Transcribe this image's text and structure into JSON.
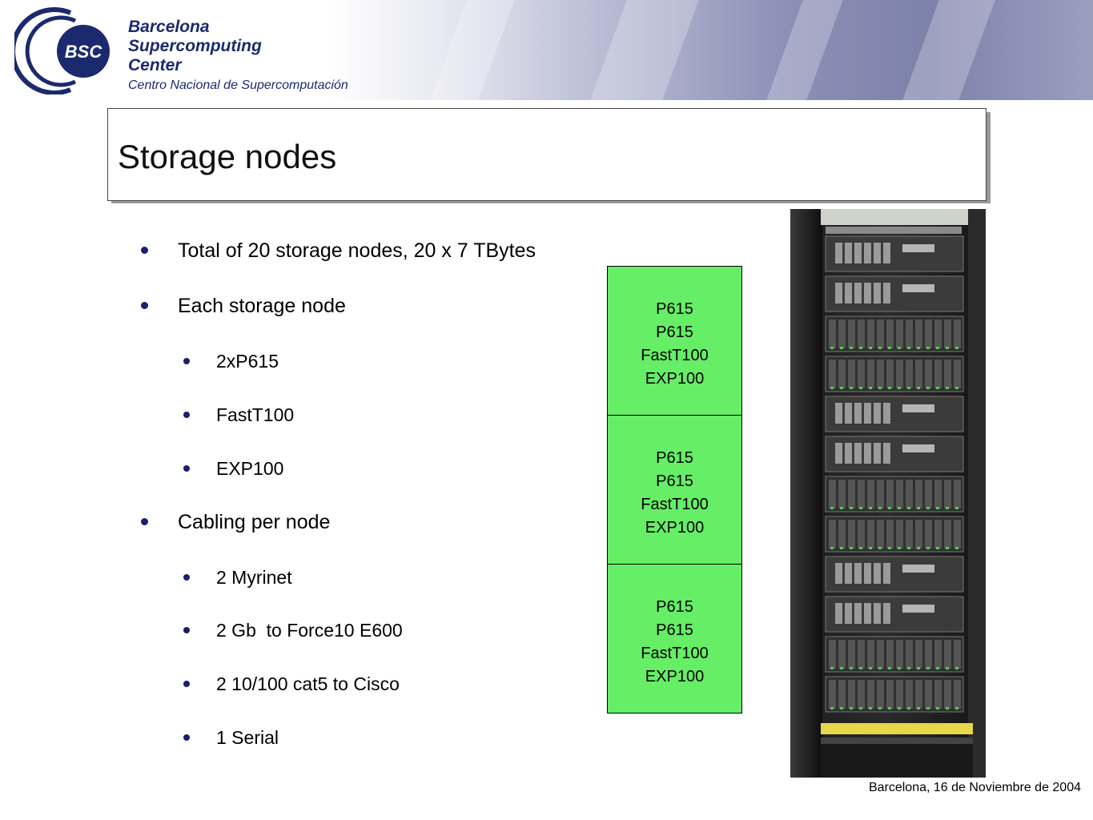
{
  "logo": {
    "mark_text": "BSC",
    "line1": "Barcelona",
    "line2": "Supercomputing",
    "line3": "Center",
    "line4": "Centro Nacional de Supercomputación"
  },
  "title": "Storage nodes",
  "bullets": [
    {
      "text": "Total of 20 storage nodes, 20 x 7 TBytes",
      "level": 1
    },
    {
      "text": "Each storage node",
      "level": 1
    },
    {
      "text": "2xP615",
      "level": 2
    },
    {
      "text": "FastT100",
      "level": 2
    },
    {
      "text": "EXP100",
      "level": 2
    },
    {
      "text": "Cabling per node",
      "level": 1
    },
    {
      "text": "2 Myrinet",
      "level": 2
    },
    {
      "text": "2 Gb  to Force10 E600",
      "level": 2
    },
    {
      "text": "2 10/100 cat5 to Cisco",
      "level": 2
    },
    {
      "text": "1 Serial",
      "level": 2
    }
  ],
  "nodes": [
    {
      "lines": [
        "P615",
        "P615",
        "FastT100",
        "EXP100"
      ]
    },
    {
      "lines": [
        "P615",
        "P615",
        "FastT100",
        "EXP100"
      ]
    },
    {
      "lines": [
        "P615",
        "P615",
        "FastT100",
        "EXP100"
      ]
    }
  ],
  "colors": {
    "node_fill": "#66ee66",
    "bullet": "#1b1f6e",
    "brand": "#1b2a6e"
  },
  "footer": "Barcelona, 16 de Noviembre de 2004"
}
